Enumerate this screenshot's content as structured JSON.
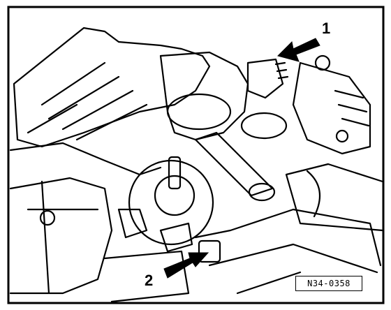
{
  "callouts": [
    {
      "label": "1"
    },
    {
      "label": "2"
    }
  ],
  "reference_code": "N34-0358",
  "colors": {
    "ink": "#000000",
    "paper": "#ffffff"
  }
}
